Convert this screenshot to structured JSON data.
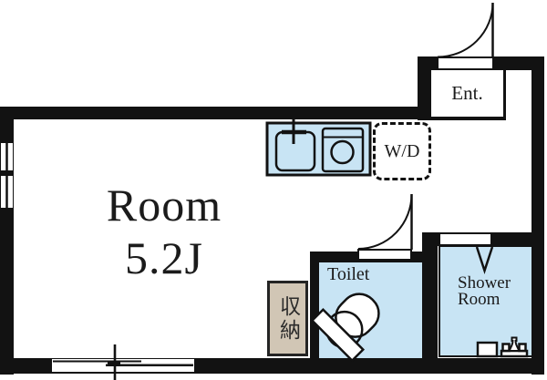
{
  "plan": {
    "rooms": {
      "main": {
        "label_line1": "Room",
        "label_line2": "5.2J"
      },
      "entrance": {
        "label": "Ent."
      },
      "washer_dryer": {
        "label": "W/D"
      },
      "toilet": {
        "label": "Toilet"
      },
      "shower": {
        "label_line1": "Shower",
        "label_line2": "Room"
      },
      "storage": {
        "label": "収納"
      }
    },
    "colors": {
      "wall": "#121212",
      "wet_area_fill": "#c8e4f4",
      "storage_fill": "#d1c6b5",
      "background": "#ffffff",
      "text": "#1b1b1b"
    },
    "icons": [
      "entrance-door-icon",
      "toilet-door-icon",
      "shower-folding-door-icon",
      "kitchen-sink-icon",
      "kitchen-faucet-icon",
      "cooktop-icon",
      "toilet-icon",
      "casement-window-icon",
      "sliding-window-icon",
      "shower-stool-icon",
      "shower-faucet-icon"
    ]
  }
}
